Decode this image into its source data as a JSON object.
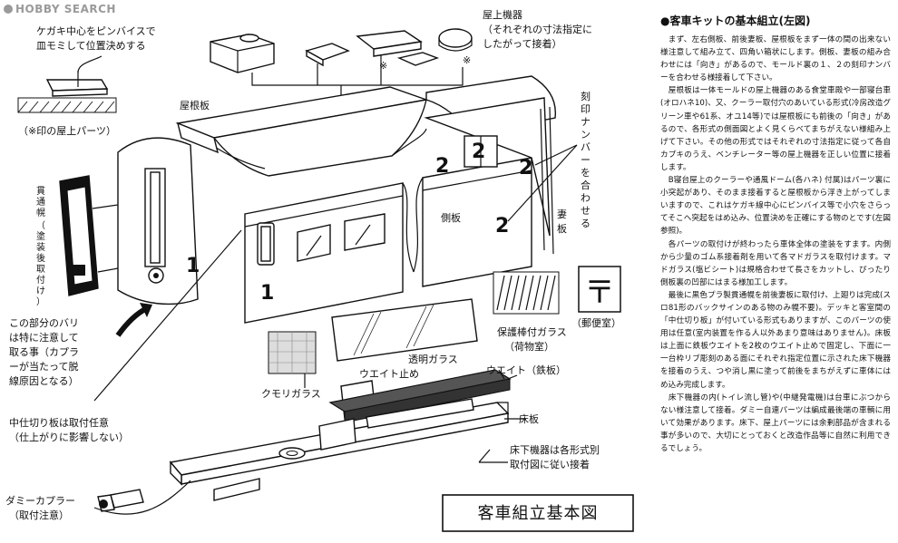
{
  "logo": {
    "text": "HOBBY SEARCH"
  },
  "diagram": {
    "labels": {
      "kegaki": "ケガキ中心をピンバイスで\n皿モミして位置決めする",
      "kome_note": "（※印の屋上パーツ）",
      "yaneita": "屋根板",
      "okujo_kiki": "屋上機器\n（それぞれの寸法指定に\nしたがって接着）",
      "kokuin": "刻印ナンバーを合わせる",
      "tsumaita": "妻板",
      "sokuita": "側板",
      "kanbanita": "貫通幌\n（塗装後取付け）",
      "bari_note": "この部分のバリ\nは特に注意して\n取る事（カプラ\nーが当たって脱\n線原因となる）",
      "nakashikiri": "中仕切り板は取付任意\n（仕上がりに影響しない）",
      "dummy_coupler": "ダミーカプラー\n（取付注意）",
      "kumori_glass": "クモリガラス",
      "toumei_glass": "透明ガラス",
      "weight_dome": "ウエイト止め",
      "weight": "ウエイト（鉄板）",
      "hogo_glass": "保護棒付ガラス\n（荷物室）",
      "yubin": "〒",
      "yubinshitsu": "（郵便室）",
      "yukaita": "床板",
      "yukashita": "床下機器は各形式別\n取付図に従い接着",
      "mark": "※",
      "num1": "1",
      "num2": "2"
    },
    "title": "客車組立基本図"
  },
  "text_section": {
    "heading": "●客車キットの基本組立(左図)",
    "paragraphs": [
      "まず、左右側板、前後妻板、屋根板をまず一体の間の出来ない様注意して組み立て、四角い箱状にします。側板、妻板の組み合わせには「向き」があるので、モールド裏の１、２の刻印ナンバーを合わせる様接着して下さい。",
      "屋根板は一体モールドの屋上機器のある食堂車殿や一部寝台車(オロハネ10)、又、クーラー取付穴のあいている形式(冷房改造グリーン車や61系、オユ14等)では屋根板にも前後の「向き」があるので、各形式の側面図とよく見くらべてまちがえない様組み上げて下さい。その他の形式ではそれぞれの寸法指定に従って各自カプキのうえ、ベンチレーター等の屋上機器を正しい位置に接着します。",
      "B寝台屋上のクーラーや通風ドーム(各ハネ) 付属)はパーツ裏に小突起があり、そのまま接着すると屋根板から浮き上がってしまいますので、これはケガキ線中心にピンバイス等で小穴をさらってそこへ突起をはめ込み、位置決めを正確にする物のとです(左図参照)。",
      "各パーツの取付けが終わったら車体全体の塗装をすます。内側から少量のゴム系接着剤を用いて各マドガラスを取付けます。マドガラス(塩ビシート)は規格合わせて長さをカットし、ぴったり側板裏の凹部にはまる様加工します。",
      "最後に黒色プラ製貫通幌を前後妻板に取付け、上廻りは完成(スロ81形のバックサインのある物のみ幌不要)。デッキと客室間の「中仕切り板」が付いている形式もありますが、このパーツの使用は任意(室内装置を作る人以外あまり意味はありません)。床板は上面に鉄板ウエイトを2枚のウエイト止めで固定し、下面に一一台枠リブ彫刻のある面にそれぞれ指定位置に示された床下機器を接着のうえ、つや消し黒に塗って前後をまちがえずに車体にはめ込み完成します。",
      "床下機器の内(トイレ流し管)や(中継発電機)は台車にぶつからない様注意して接着。ダミー自連パーツは編成最後端の車輌に用いて効果があります。床下、屋上パーツには余剰部品が含まれる事が多いので、大切にとっておくと改造作品等に自然に利用できるでしょう。"
    ]
  }
}
